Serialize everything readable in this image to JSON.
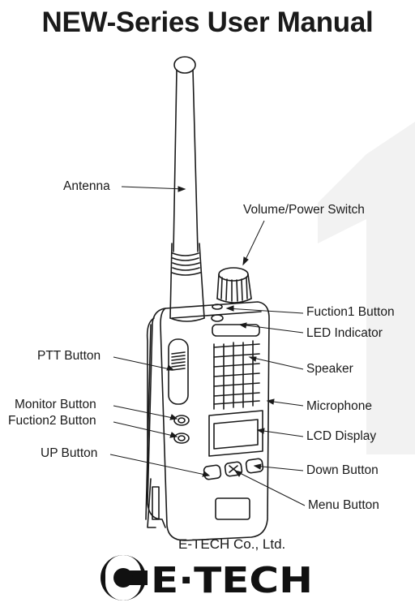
{
  "title": "NEW-Series User Manual",
  "labels": {
    "antenna": "Antenna",
    "volume_power": "Volume/Power Switch",
    "fuction1": "Fuction1 Button",
    "led": "LED Indicator",
    "ptt": "PTT Button",
    "speaker": "Speaker",
    "monitor": "Monitor Button",
    "microphone": "Microphone",
    "fuction2": "Fuction2 Button",
    "lcd": "LCD Display",
    "up": "UP Button",
    "down": "Down Button",
    "menu": "Menu Button"
  },
  "footer": {
    "company": "E-TECH Co., Ltd.",
    "logo_text": "E·TECH"
  },
  "colors": {
    "line": "#1a1a1a",
    "watermark": "#f2f2f2"
  }
}
